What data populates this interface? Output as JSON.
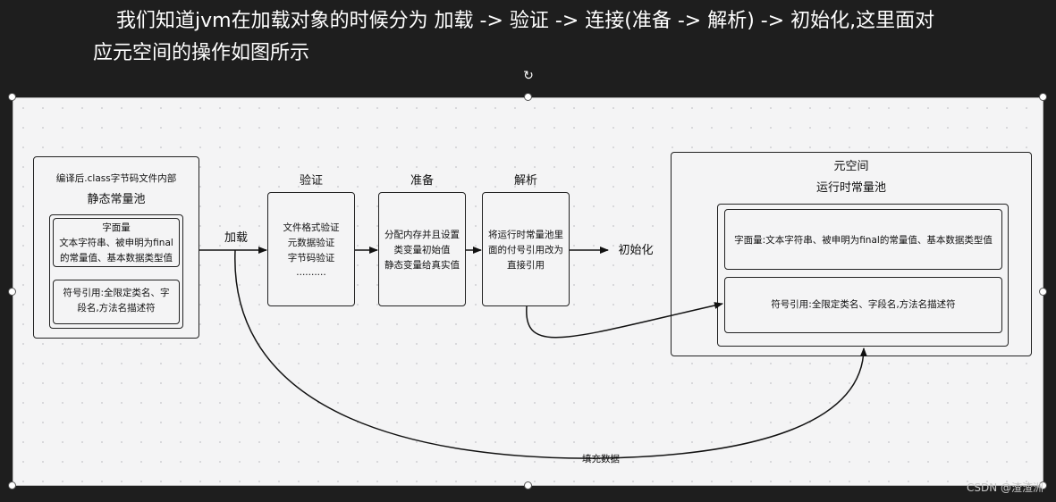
{
  "heading": {
    "line1": "我们知道jvm在加载对象的时候分为 加载 -> 验证 -> 连接(准备 -> 解析) -> 初始化,这里面对",
    "line2": "应元空间的操作如图所示"
  },
  "source": {
    "caption": "编译后.class字节码文件内部",
    "title": "静态常量池",
    "literal_box": [
      "字面量",
      "文本字符串、被申明为final",
      "的常量值、基本数据类型值"
    ],
    "symbol_box": [
      "符号引用:全限定类名、字",
      "段名,方法名描述符"
    ]
  },
  "stages": {
    "load_label": "加载",
    "verify_title": "验证",
    "verify_lines": [
      "文件格式验证",
      "元数据验证",
      "字节码验证",
      ".........."
    ],
    "prepare_title": "准备",
    "prepare_lines": [
      "分配内存并且设置",
      "类变量初始值",
      "静态变量给真实值"
    ],
    "resolve_title": "解析",
    "resolve_lines": [
      "将运行时常量池里",
      "面的付号引用改为",
      "直接引用"
    ],
    "init_label": "初始化"
  },
  "metaspace": {
    "title": "元空间",
    "subtitle": "运行时常量池",
    "literal": "字面量:文本字符串、被申明为final的常量值、基本数据类型值",
    "symbol": "符号引用:全限定类名、字段名,方法名描述符"
  },
  "fill_label": "填充数据",
  "watermark": "CSDN @渣渣洲",
  "colors": {
    "background": "#1e1e1e",
    "canvas": "#f4f4f5",
    "stroke": "#222222"
  }
}
